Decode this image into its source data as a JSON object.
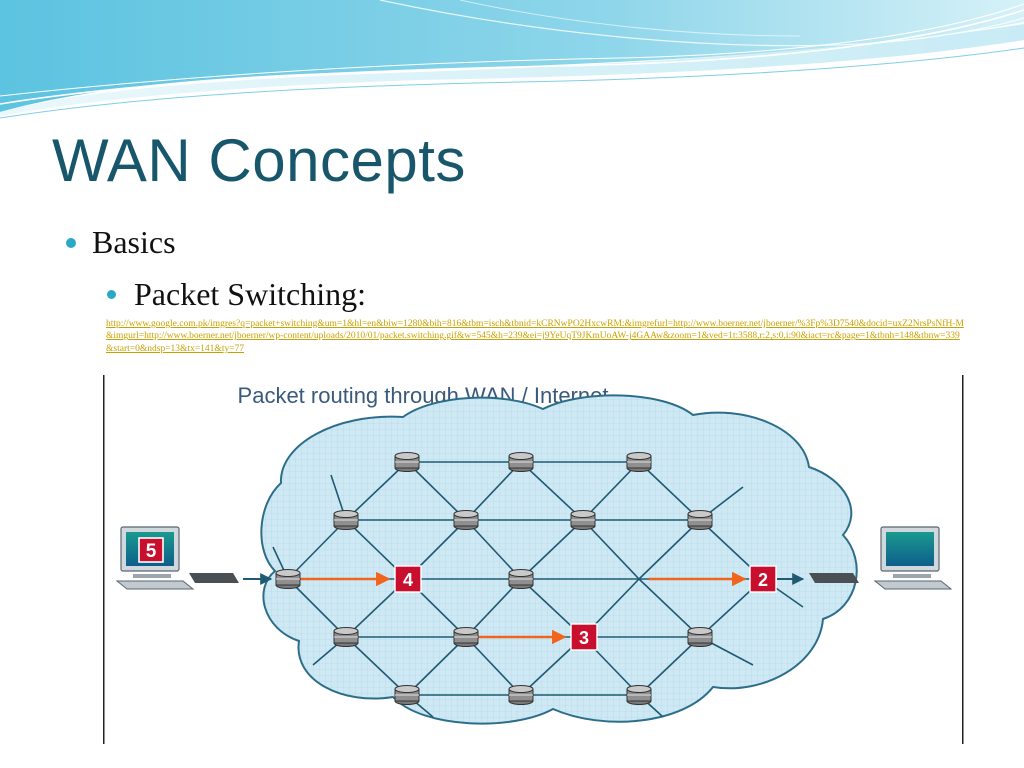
{
  "slide": {
    "title": "WAN Concepts",
    "bullets": [
      {
        "level": 1,
        "text": "Basics"
      },
      {
        "level": 2,
        "text": "Packet Switching:"
      }
    ],
    "source_link": "http://www.google.com.pk/imgres?q=packet+switching&um=1&hl=en&biw=1280&bih=816&tbm=isch&tbnid=kCRNwPO2HxcwRM:&imgrefurl=http://www.boerner.net/jboerner/%3Fp%3D7540&docid=uxZ2NrsPsNfH-M&imgurl=http://www.boerner.net/jboerner/wp-content/uploads/2010/01/packet.switching.gif&w=545&h=239&ei=j9YeUqT9JKmUoAW-j4GAAw&zoom=1&ved=1t:3588,r:2,s:0,i:90&iact=rc&page=1&tbnh=148&tbnw=339&start=0&ndsp=13&tx=141&ty=77"
  },
  "diagram": {
    "title": "Packet routing through WAN / Internet",
    "packets": [
      "5",
      "4",
      "3",
      "2"
    ],
    "colors": {
      "cloud_fill": "#cfe9f4",
      "cloud_stroke": "#2c6e8a",
      "link": "#1f5a72",
      "router": "#8f8f8f",
      "packet_red": "#c8102e",
      "arrow": "#f0641e",
      "title_text": "#3a5a7c",
      "accent": "#17566b",
      "bullet": "#2aa8c7"
    }
  }
}
